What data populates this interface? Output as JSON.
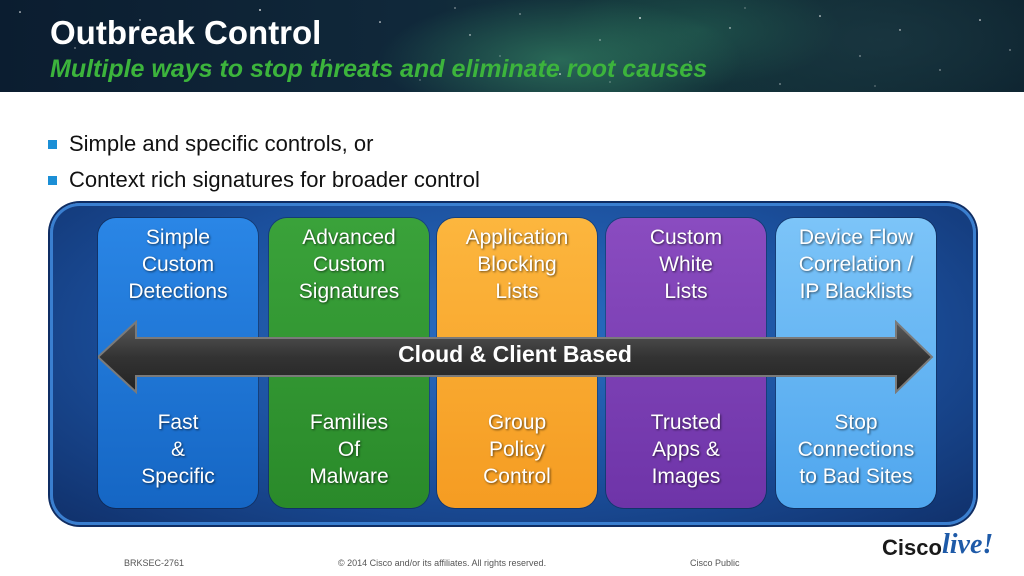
{
  "header": {
    "title": "Outbreak Control",
    "subtitle": "Multiple ways to stop threats and eliminate root causes"
  },
  "bullets": [
    "Simple and specific controls, or",
    "Context rich signatures for broader control"
  ],
  "columns": [
    {
      "top": "Simple\nCustom\nDetections",
      "bottom": "Fast\n&\nSpecific",
      "color": "#1f77d9"
    },
    {
      "top": "Advanced\nCustom\nSignatures",
      "bottom": "Families\nOf\nMalware",
      "color": "#339933"
    },
    {
      "top": "Application\nBlocking\nLists",
      "bottom": "Group\nPolicy\nControl",
      "color": "#f9a833"
    },
    {
      "top": "Custom\nWhite\nLists",
      "bottom": "Trusted\nApps &\nImages",
      "color": "#7b3fb4"
    },
    {
      "top": "Device Flow\nCorrelation /\nIP Blacklists",
      "bottom": "Stop\nConnections\nto Bad Sites",
      "color": "#5aaef2"
    }
  ],
  "arrow": {
    "label": "Cloud & Client Based"
  },
  "footer": {
    "session": "BRKSEC-2761",
    "copyright": "© 2014 Cisco and/or its affiliates. All rights reserved.",
    "classification": "Cisco Public"
  },
  "logo": {
    "brand": "Cisco",
    "event": "live!"
  }
}
